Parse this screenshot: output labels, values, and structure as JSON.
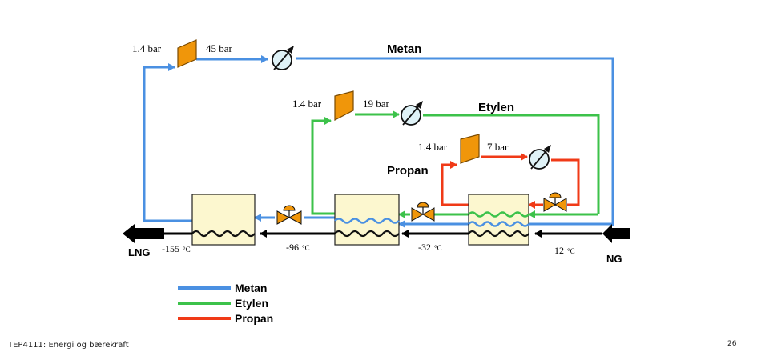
{
  "cycles": {
    "metan": {
      "name": "Metan",
      "p_low": "1.4 bar",
      "p_high": "45 bar"
    },
    "etylen": {
      "name": "Etylen",
      "p_low": "1.4 bar",
      "p_high": "19 bar"
    },
    "propan": {
      "name": "Propan",
      "p_low": "1.4 bar",
      "p_high": "7 bar"
    }
  },
  "streams": {
    "lng": "LNG",
    "ng": "NG",
    "t1": "-155",
    "t2": "-96",
    "t3": "-32",
    "t4": "12",
    "unit": "°C"
  },
  "legend": [
    {
      "label": "Metan",
      "color": "#4a90e2"
    },
    {
      "label": "Etylen",
      "color": "#3cc24a"
    },
    {
      "label": "Propan",
      "color": "#f03a17"
    }
  ],
  "colors": {
    "metan": "#4a90e2",
    "etylen": "#3cc24a",
    "propan": "#f03a17",
    "compressor": "#f0960a",
    "hx_fill": "#fcf7cf",
    "valve": "#f0960a"
  },
  "icons": [
    "compressor-icon",
    "condenser-icon",
    "expansion-valve-icon",
    "heat-exchanger-icon"
  ],
  "footer": {
    "course": "TEP4111: Energi og bærekraft",
    "page": "26"
  }
}
